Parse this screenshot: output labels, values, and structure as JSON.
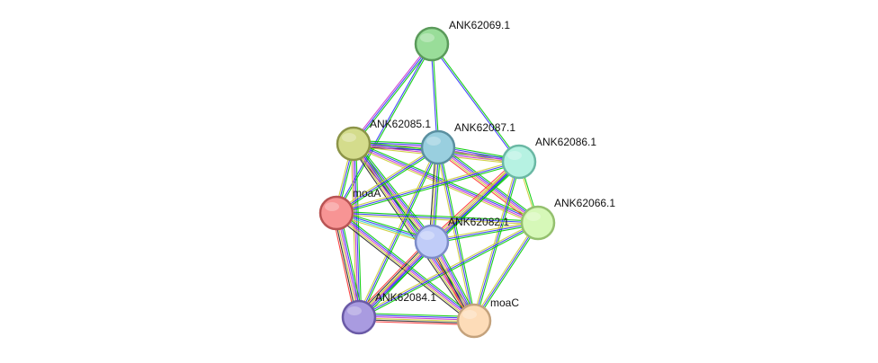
{
  "network": {
    "edge_colors": [
      "#00cc00",
      "#3333ff",
      "#cc33cc",
      "#cccc33",
      "#33cccc",
      "#222222",
      "#ff3333"
    ],
    "nodes": [
      {
        "id": "ANK62069.1",
        "label": "ANK62069.1",
        "fill": "#99dd99",
        "stroke": "#5a9a5a"
      },
      {
        "id": "ANK62085.1",
        "label": "ANK62085.1",
        "fill": "#d4dc8c",
        "stroke": "#8c9448"
      },
      {
        "id": "ANK62087.1",
        "label": "ANK62087.1",
        "fill": "#99cfdf",
        "stroke": "#5a8fa0"
      },
      {
        "id": "ANK62086.1",
        "label": "ANK62086.1",
        "fill": "#b6f2e2",
        "stroke": "#6ab8a4"
      },
      {
        "id": "moaA",
        "label": "moaA",
        "fill": "#f79494",
        "stroke": "#b85454"
      },
      {
        "id": "ANK62066.1",
        "label": "ANK62066.1",
        "fill": "#d6f8b8",
        "stroke": "#94c06e"
      },
      {
        "id": "ANK62082.1",
        "label": "ANK62082.1",
        "fill": "#c0ccf8",
        "stroke": "#7c8cc8"
      },
      {
        "id": "ANK62084.1",
        "label": "ANK62084.1",
        "fill": "#a99be0",
        "stroke": "#6a5aa6"
      },
      {
        "id": "moaC",
        "label": "moaC",
        "fill": "#fddcb8",
        "stroke": "#c4a27c"
      }
    ],
    "edges": [
      {
        "source": "ANK62069.1",
        "target": "ANK62085.1",
        "colors": [
          "#00cc00",
          "#3333ff",
          "#cc33cc"
        ]
      },
      {
        "source": "ANK62069.1",
        "target": "ANK62087.1",
        "colors": [
          "#00cc00",
          "#3333ff"
        ]
      },
      {
        "source": "ANK62069.1",
        "target": "ANK62086.1",
        "colors": [
          "#00cc00",
          "#3333ff"
        ]
      },
      {
        "source": "ANK62069.1",
        "target": "moaA",
        "colors": [
          "#00cc00",
          "#3333ff"
        ]
      },
      {
        "source": "ANK62085.1",
        "target": "ANK62087.1",
        "colors": [
          "#00cc00",
          "#3333ff",
          "#cc33cc",
          "#cccc33",
          "#222222"
        ]
      },
      {
        "source": "ANK62085.1",
        "target": "ANK62086.1",
        "colors": [
          "#00cc00",
          "#3333ff",
          "#cc33cc",
          "#cccc33"
        ]
      },
      {
        "source": "ANK62085.1",
        "target": "moaA",
        "colors": [
          "#00cc00",
          "#3333ff",
          "#cccc33"
        ]
      },
      {
        "source": "ANK62085.1",
        "target": "ANK62066.1",
        "colors": [
          "#00cc00",
          "#3333ff",
          "#cc33cc",
          "#cccc33"
        ]
      },
      {
        "source": "ANK62085.1",
        "target": "ANK62082.1",
        "colors": [
          "#00cc00",
          "#3333ff",
          "#cc33cc",
          "#cccc33",
          "#222222"
        ]
      },
      {
        "source": "ANK62085.1",
        "target": "ANK62084.1",
        "colors": [
          "#00cc00",
          "#3333ff",
          "#cc33cc",
          "#cccc33"
        ]
      },
      {
        "source": "ANK62085.1",
        "target": "moaC",
        "colors": [
          "#00cc00",
          "#3333ff",
          "#cc33cc",
          "#cccc33",
          "#222222"
        ]
      },
      {
        "source": "ANK62087.1",
        "target": "ANK62086.1",
        "colors": [
          "#00cc00",
          "#3333ff",
          "#cc33cc",
          "#cccc33"
        ]
      },
      {
        "source": "ANK62087.1",
        "target": "moaA",
        "colors": [
          "#00cc00",
          "#3333ff",
          "#cccc33"
        ]
      },
      {
        "source": "ANK62087.1",
        "target": "ANK62066.1",
        "colors": [
          "#00cc00",
          "#3333ff",
          "#cc33cc",
          "#cccc33",
          "#ff3333"
        ]
      },
      {
        "source": "ANK62087.1",
        "target": "ANK62082.1",
        "colors": [
          "#00cc00",
          "#3333ff",
          "#cccc33",
          "#222222"
        ]
      },
      {
        "source": "ANK62087.1",
        "target": "ANK62084.1",
        "colors": [
          "#00cc00",
          "#3333ff",
          "#cccc33"
        ]
      },
      {
        "source": "ANK62087.1",
        "target": "moaC",
        "colors": [
          "#00cc00",
          "#3333ff",
          "#cccc33"
        ]
      },
      {
        "source": "ANK62086.1",
        "target": "moaA",
        "colors": [
          "#00cc00",
          "#3333ff",
          "#cccc33"
        ]
      },
      {
        "source": "ANK62086.1",
        "target": "ANK62066.1",
        "colors": [
          "#00cc00",
          "#cccc33"
        ]
      },
      {
        "source": "ANK62086.1",
        "target": "ANK62082.1",
        "colors": [
          "#00cc00",
          "#3333ff",
          "#cc33cc",
          "#cccc33",
          "#ff3333"
        ]
      },
      {
        "source": "ANK62086.1",
        "target": "ANK62084.1",
        "colors": [
          "#00cc00",
          "#3333ff",
          "#cccc33"
        ]
      },
      {
        "source": "ANK62086.1",
        "target": "moaC",
        "colors": [
          "#00cc00",
          "#3333ff",
          "#cccc33"
        ]
      },
      {
        "source": "moaA",
        "target": "ANK62066.1",
        "colors": [
          "#00cc00",
          "#3333ff",
          "#cccc33"
        ]
      },
      {
        "source": "moaA",
        "target": "ANK62082.1",
        "colors": [
          "#00cc00",
          "#3333ff",
          "#33cccc",
          "#cccc33"
        ]
      },
      {
        "source": "moaA",
        "target": "ANK62084.1",
        "colors": [
          "#00cc00",
          "#3333ff",
          "#cc33cc",
          "#cccc33",
          "#222222",
          "#ff3333"
        ]
      },
      {
        "source": "moaA",
        "target": "moaC",
        "colors": [
          "#00cc00",
          "#3333ff",
          "#cc33cc",
          "#cccc33",
          "#222222"
        ]
      },
      {
        "source": "ANK62066.1",
        "target": "ANK62082.1",
        "colors": [
          "#00cc00",
          "#3333ff",
          "#cccc33"
        ]
      },
      {
        "source": "ANK62066.1",
        "target": "ANK62084.1",
        "colors": [
          "#00cc00",
          "#3333ff",
          "#cccc33"
        ]
      },
      {
        "source": "ANK62066.1",
        "target": "moaC",
        "colors": [
          "#00cc00",
          "#3333ff",
          "#cccc33"
        ]
      },
      {
        "source": "ANK62082.1",
        "target": "ANK62084.1",
        "colors": [
          "#00cc00",
          "#3333ff",
          "#cc33cc",
          "#cccc33",
          "#222222",
          "#ff3333"
        ]
      },
      {
        "source": "ANK62082.1",
        "target": "moaC",
        "colors": [
          "#00cc00",
          "#3333ff",
          "#cc33cc",
          "#cccc33",
          "#222222",
          "#ff3333"
        ]
      },
      {
        "source": "ANK62084.1",
        "target": "moaC",
        "colors": [
          "#00cc00",
          "#3333ff",
          "#cc33cc",
          "#cccc33",
          "#222222",
          "#ff3333"
        ]
      }
    ]
  }
}
